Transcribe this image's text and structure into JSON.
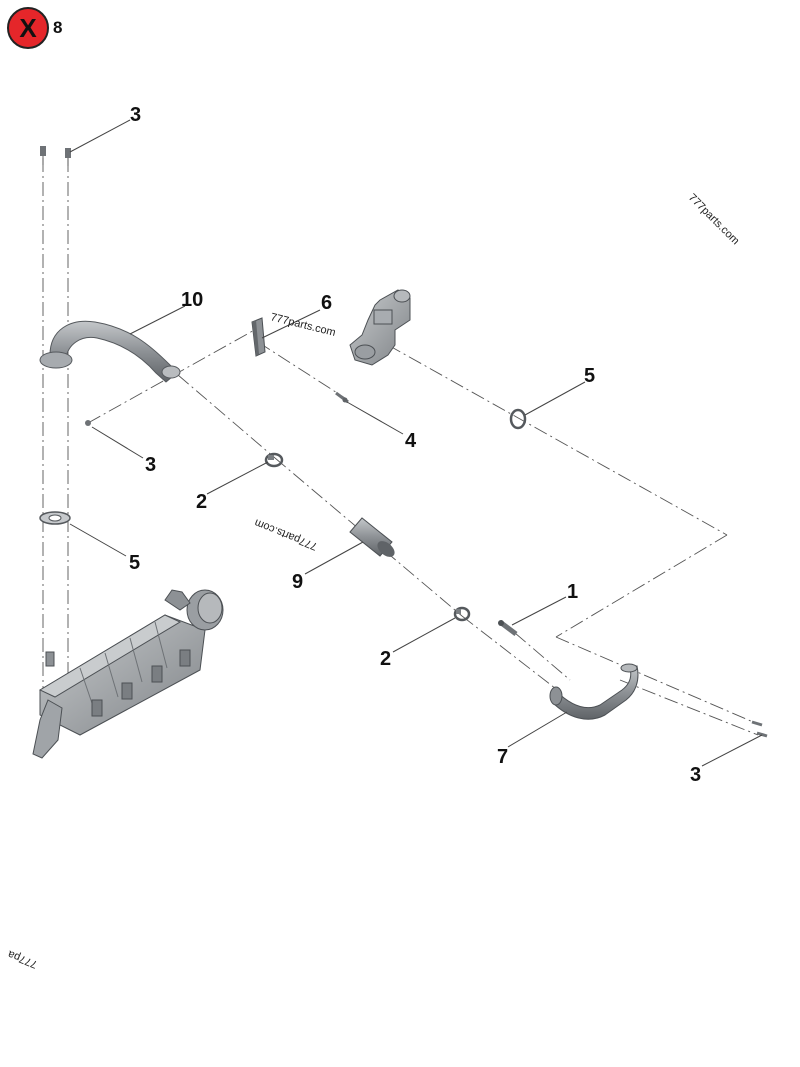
{
  "header": {
    "close_glyph": "X",
    "count": "8",
    "close_color": "#e5262a"
  },
  "callouts": {
    "c1": "1",
    "c2a": "2",
    "c2b": "2",
    "c3a": "3",
    "c3b": "3",
    "c3c": "3",
    "c4": "4",
    "c5a": "5",
    "c5b": "5",
    "c6": "6",
    "c7": "7",
    "c9": "9",
    "c10": "10"
  },
  "watermarks": {
    "wm1": "777parts.com",
    "wm2": "777parts.com",
    "wm3": "777parts.com",
    "wm4": "777pa"
  },
  "colors": {
    "part_fill": "#9a9ea2",
    "part_dark": "#6e7276",
    "part_light": "#c4c7ca"
  }
}
